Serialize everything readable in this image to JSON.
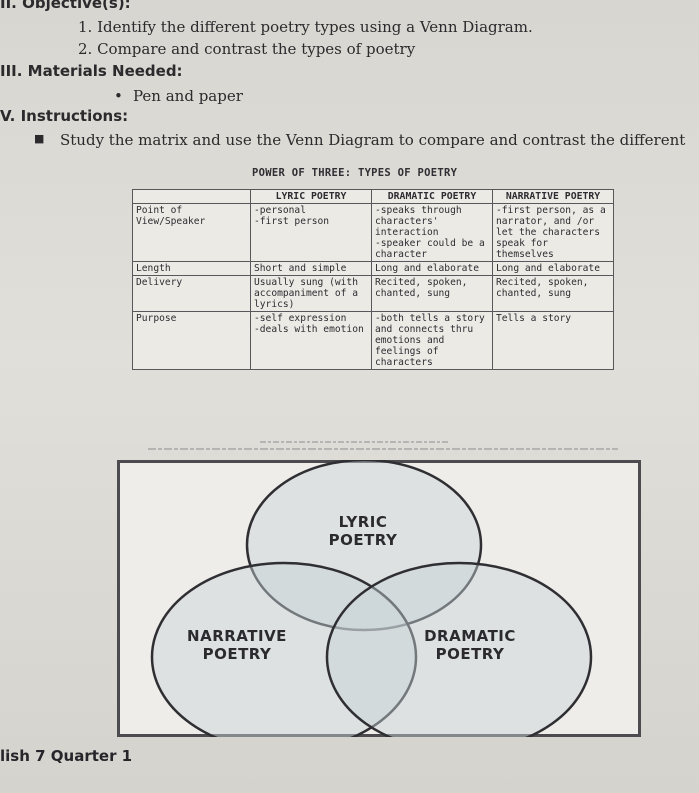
{
  "heading_objectives": "II.  Objective(s):",
  "objectives": [
    "1. Identify the different poetry types using a Venn Diagram.",
    "2. Compare and contrast the types of poetry"
  ],
  "heading_materials": "III. Materials Needed:",
  "materials": [
    "Pen and paper"
  ],
  "heading_instructions": "V. Instructions:",
  "instructions": [
    "Study the matrix and use the Venn Diagram to compare and contrast the different"
  ],
  "matrix": {
    "title": "POWER OF THREE: TYPES OF POETRY",
    "headers": [
      "LYRIC POETRY",
      "DRAMATIC POETRY",
      "NARRATIVE POETRY"
    ],
    "rows": [
      {
        "label": "Point of View/Speaker",
        "cells": [
          "-personal\n-first person",
          "-speaks through characters'\ninteraction\n-speaker could be a character",
          "-first person, as a narrator, and /or let the characters speak for themselves"
        ]
      },
      {
        "label": "Length",
        "cells": [
          "Short and simple",
          "Long and elaborate",
          "Long and elaborate"
        ]
      },
      {
        "label": "Delivery",
        "cells": [
          "Usually sung (with accompaniment of a lyrics)",
          "Recited, spoken, chanted, sung",
          "Recited, spoken, chanted, sung"
        ]
      },
      {
        "label": "Purpose",
        "cells": [
          "-self expression\n-deals with emotion",
          "-both tells a story and connects thru emotions and feelings of characters",
          "Tells a story"
        ]
      }
    ]
  },
  "venn": {
    "top_label": "LYRIC\nPOETRY",
    "left_label": "NARRATIVE\nPOETRY",
    "right_label": "DRAMATIC\nPOETRY"
  },
  "footer": "lish 7 Quarter 1",
  "colors": {
    "paper": "#dcdad4",
    "circle_fill": "#c7d3d8",
    "circle_stroke": "#2f2e33",
    "box_border": "#4c4b50"
  }
}
